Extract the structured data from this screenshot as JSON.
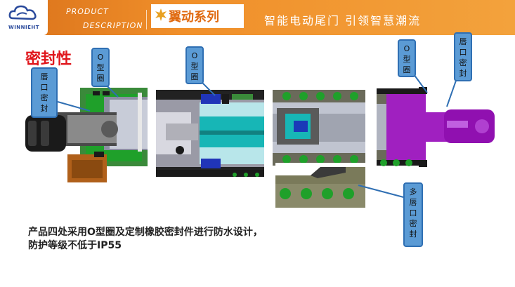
{
  "header": {
    "logo_text": "WINNIEHT",
    "product_line1": "PRODUCT",
    "product_line2": "DESCRIPTION",
    "series_title": "翼动系列",
    "slogan": "智能电动尾门  引领智慧潮流"
  },
  "section_title": "密封性",
  "callouts": {
    "lip_seal_1": [
      "唇",
      "口",
      "密",
      "封"
    ],
    "o_ring_1": [
      "O",
      "型",
      "圈"
    ],
    "o_ring_2": [
      "O",
      "型",
      "圈"
    ],
    "o_ring_3": [
      "O",
      "型",
      "圈"
    ],
    "lip_seal_2": [
      "唇",
      "口",
      "密",
      "封"
    ],
    "multi_lip_seal": [
      "多",
      "唇",
      "口",
      "密",
      "封"
    ]
  },
  "description": {
    "line1": "产品四处采用O型圈及定制橡胶密封件进行防水设计，",
    "line2": "防护等级不低于IP55"
  }
}
